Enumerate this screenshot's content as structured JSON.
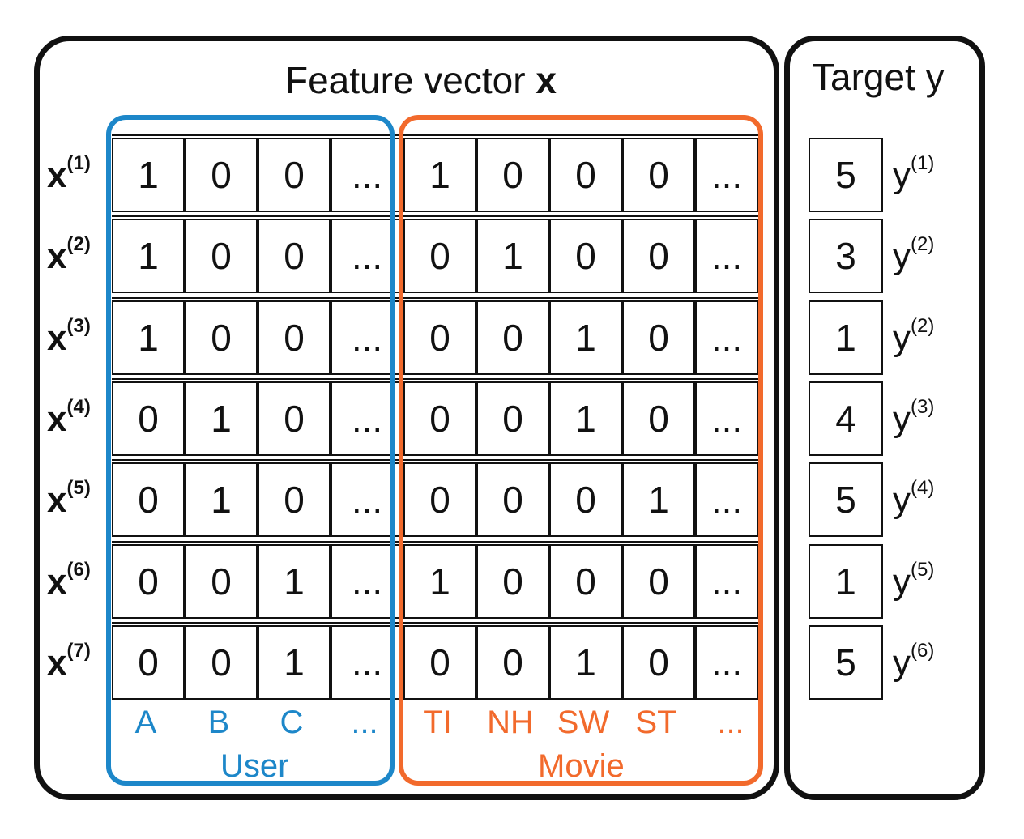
{
  "feature_title": "Feature vector",
  "feature_title_bold": "x",
  "target_title": "Target y",
  "row_label_base": "x",
  "rows": [
    {
      "label_sup": "(1)",
      "user": [
        "1",
        "0",
        "0",
        "..."
      ],
      "movie": [
        "1",
        "0",
        "0",
        "0",
        "..."
      ],
      "target": "5",
      "target_sup": "(1)"
    },
    {
      "label_sup": "(2)",
      "user": [
        "1",
        "0",
        "0",
        "..."
      ],
      "movie": [
        "0",
        "1",
        "0",
        "0",
        "..."
      ],
      "target": "3",
      "target_sup": "(2)"
    },
    {
      "label_sup": "(3)",
      "user": [
        "1",
        "0",
        "0",
        "..."
      ],
      "movie": [
        "0",
        "0",
        "1",
        "0",
        "..."
      ],
      "target": "1",
      "target_sup": "(2)"
    },
    {
      "label_sup": "(4)",
      "user": [
        "0",
        "1",
        "0",
        "..."
      ],
      "movie": [
        "0",
        "0",
        "1",
        "0",
        "..."
      ],
      "target": "4",
      "target_sup": "(3)"
    },
    {
      "label_sup": "(5)",
      "user": [
        "0",
        "1",
        "0",
        "..."
      ],
      "movie": [
        "0",
        "0",
        "0",
        "1",
        "..."
      ],
      "target": "5",
      "target_sup": "(4)"
    },
    {
      "label_sup": "(6)",
      "user": [
        "0",
        "0",
        "1",
        "..."
      ],
      "movie": [
        "1",
        "0",
        "0",
        "0",
        "..."
      ],
      "target": "1",
      "target_sup": "(5)"
    },
    {
      "label_sup": "(7)",
      "user": [
        "0",
        "0",
        "1",
        "..."
      ],
      "movie": [
        "0",
        "0",
        "1",
        "0",
        "..."
      ],
      "target": "5",
      "target_sup": "(6)"
    }
  ],
  "target_label_base": "y",
  "user_columns": [
    "A",
    "B",
    "C",
    "..."
  ],
  "movie_columns": [
    "TI",
    "NH",
    "SW",
    "ST",
    "..."
  ],
  "user_group_label": "User",
  "movie_group_label": "Movie",
  "colors": {
    "user": "#1d87c9",
    "movie": "#f26a2c",
    "line": "#111111"
  }
}
